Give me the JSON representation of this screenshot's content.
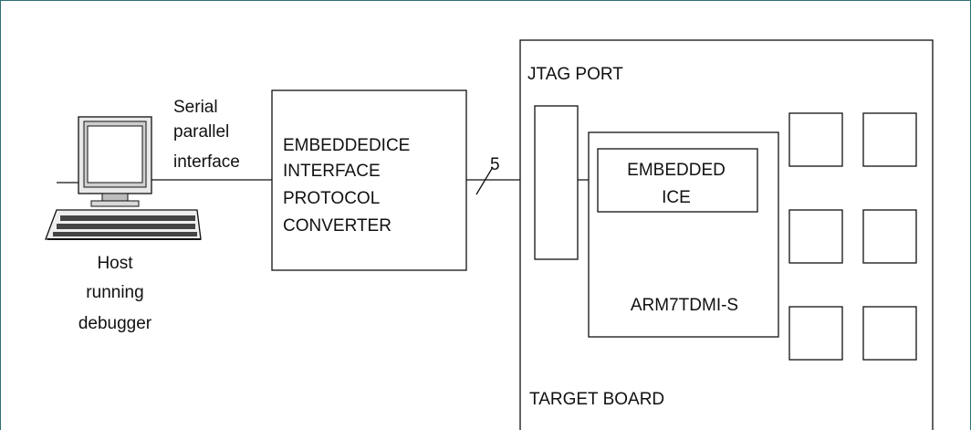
{
  "host": {
    "interface_label": [
      "Serial",
      "parallel",
      "interface"
    ],
    "caption": [
      "Host",
      "running",
      "debugger"
    ]
  },
  "converter": {
    "lines": [
      "EMBEDDEDICE",
      "INTERFACE",
      "PROTOCOL",
      "CONVERTER"
    ]
  },
  "bus": {
    "width_label": "5"
  },
  "target_board": {
    "jtag_label": "JTAG PORT",
    "board_label": "TARGET BOARD",
    "core_label": "ARM7TDMI-S",
    "embedded_ice": [
      "EMBEDDED",
      "ICE"
    ]
  }
}
